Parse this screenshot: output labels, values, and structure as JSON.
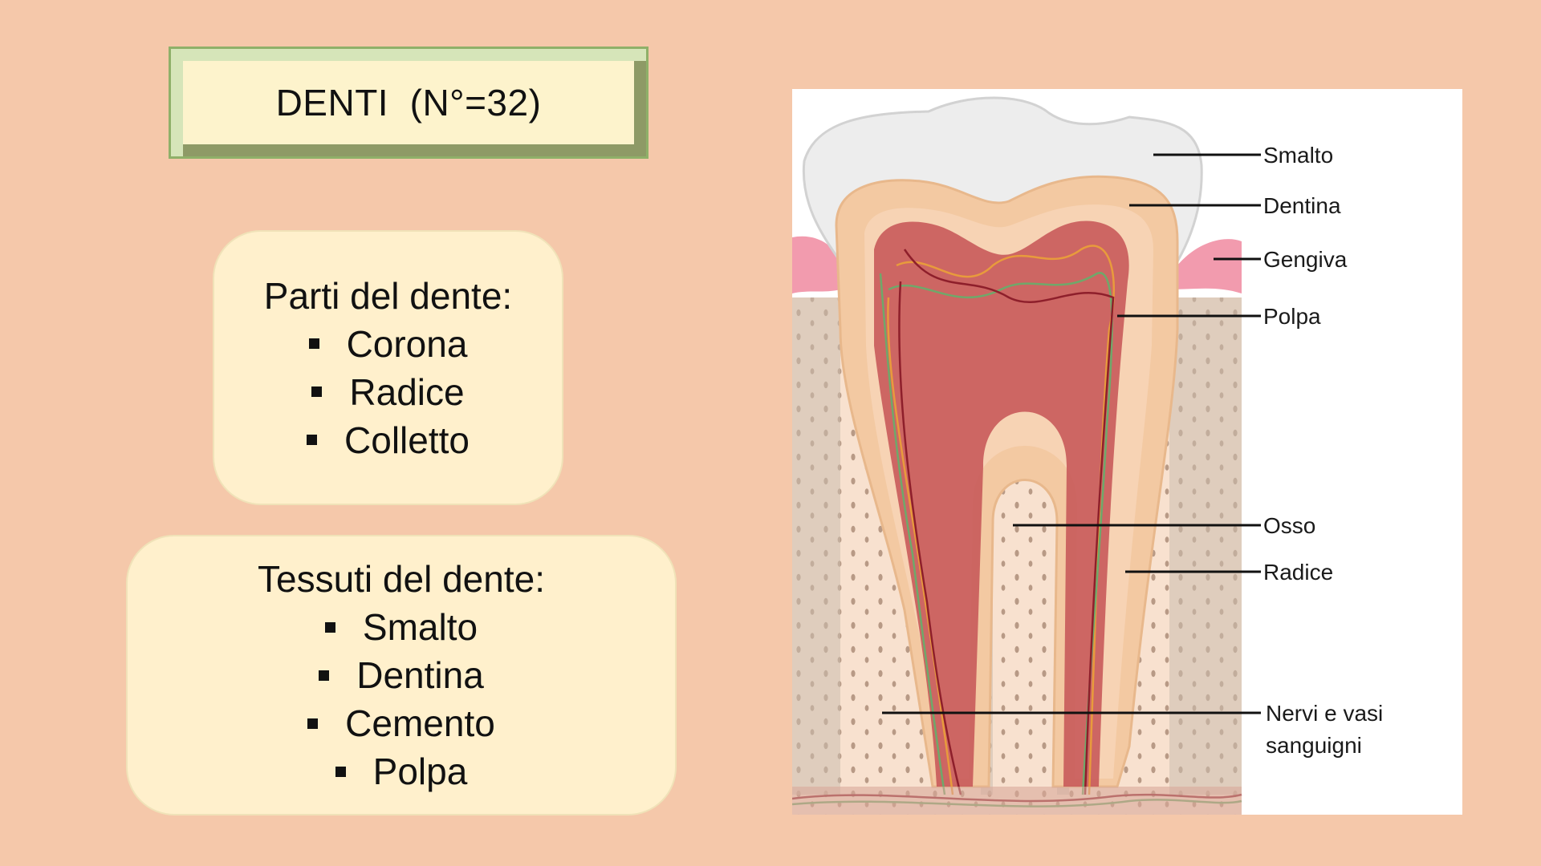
{
  "title": "DENTI  (N°=32)",
  "parts": {
    "heading": "Parti del dente:",
    "items": [
      "Corona",
      "Radice",
      "Colletto"
    ]
  },
  "tissues": {
    "heading": "Tessuti del dente:",
    "items": [
      "Smalto",
      "Dentina",
      "Cemento",
      "Polpa"
    ]
  },
  "diagram": {
    "labels": {
      "smalto": "Smalto",
      "dentina": "Dentina",
      "gengiva": "Gengiva",
      "polpa": "Polpa",
      "osso": "Osso",
      "radice": "Radice",
      "nervi_line1": "Nervi e vasi",
      "nervi_line2": "sanguigni"
    }
  },
  "colors": {
    "background": "#F5C8AA",
    "card": "#FFF0CC",
    "title_border": "#8FB069",
    "enamel": "#ECECEC",
    "dentin": "#F3C9A2",
    "pulp": "#C85A5A",
    "gum": "#F29BAE",
    "bone": "#F8E1CF"
  }
}
